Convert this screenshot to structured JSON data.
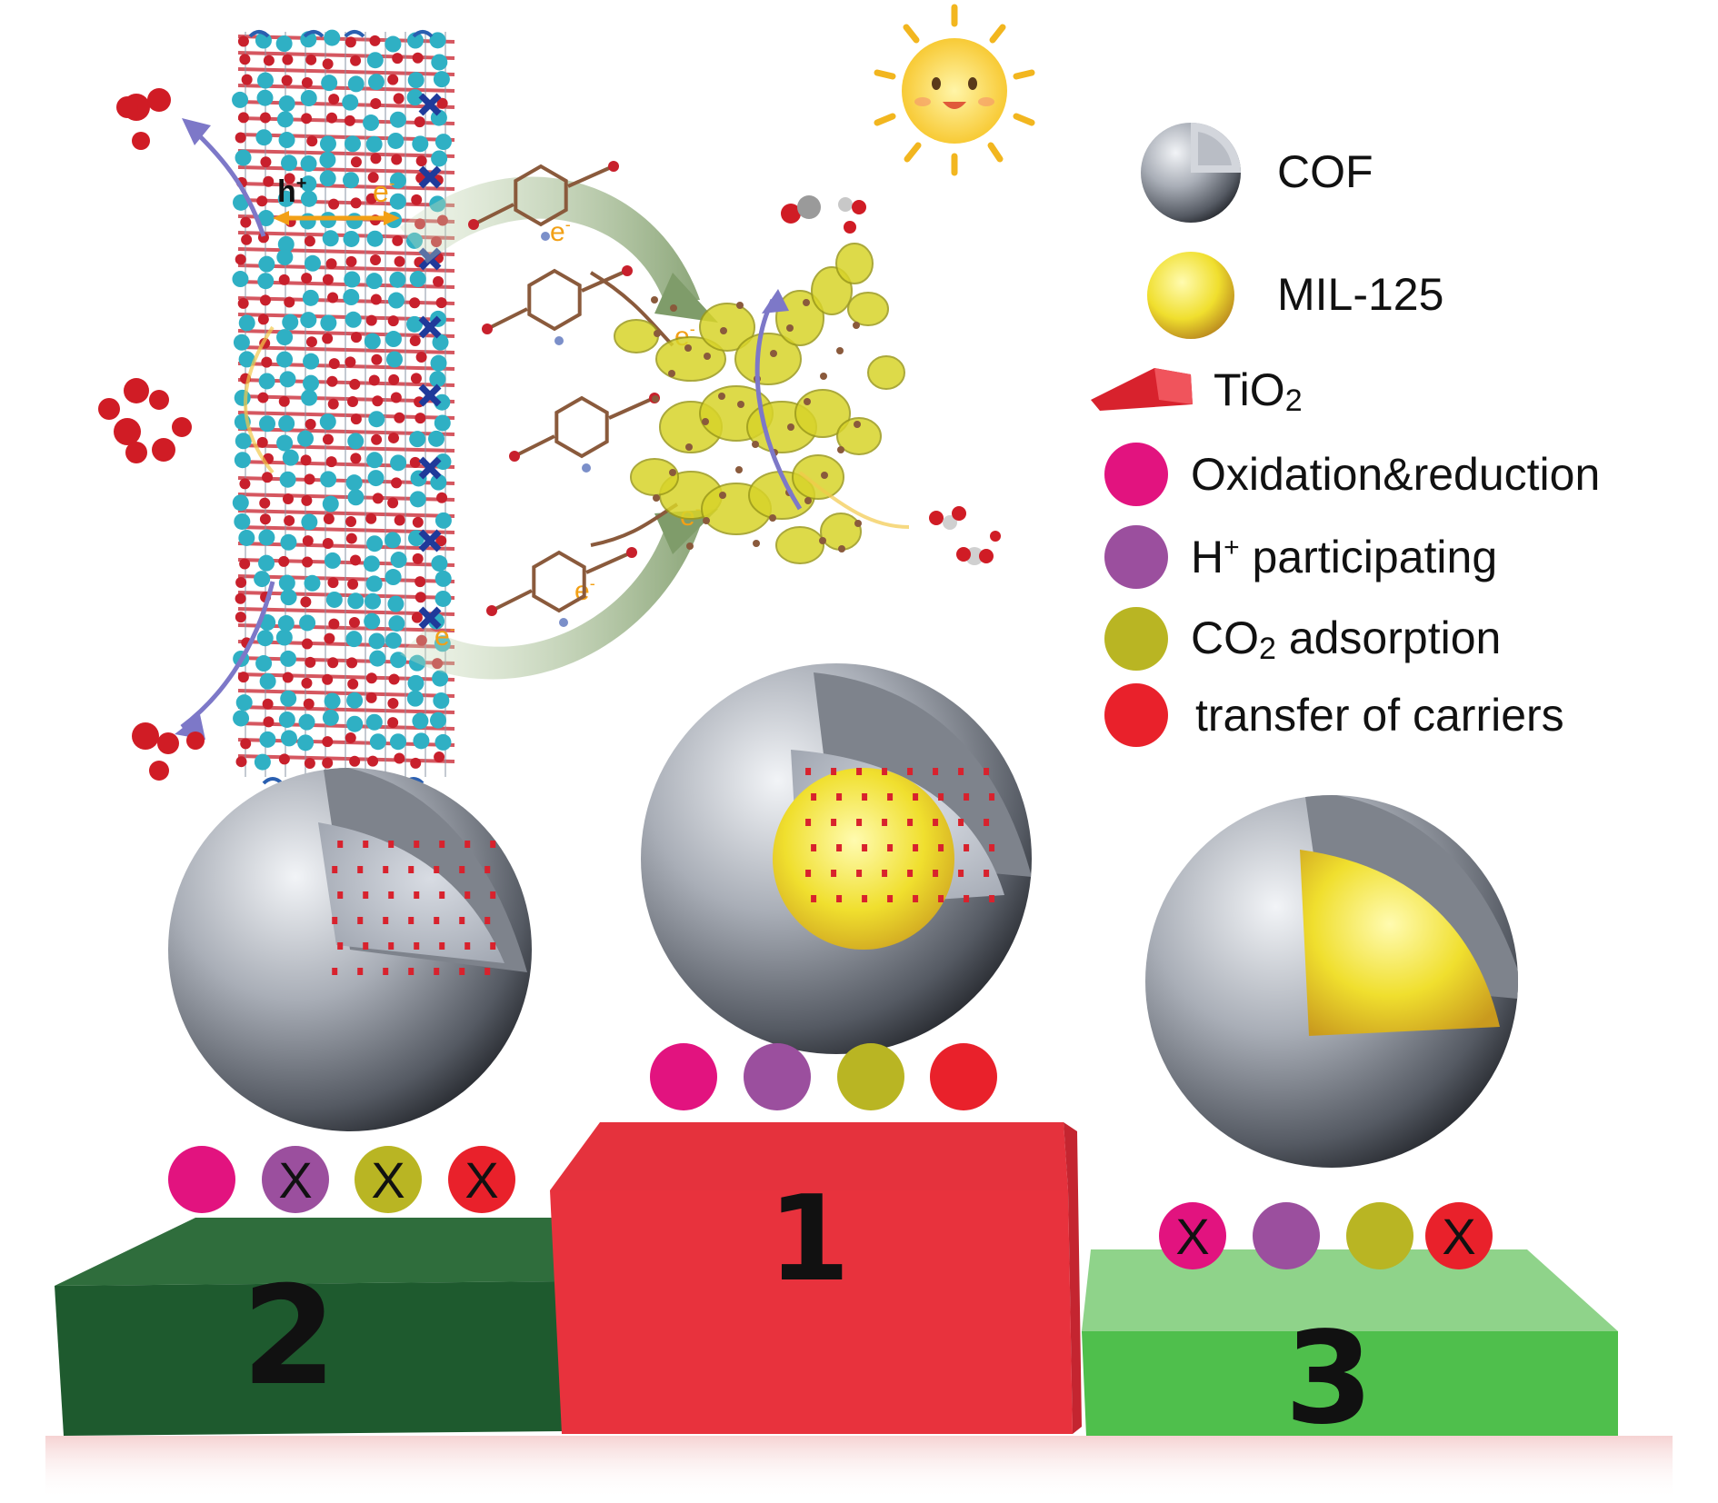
{
  "legend": {
    "items": [
      {
        "key": "cof",
        "label": "COF"
      },
      {
        "key": "mil125",
        "label": "MIL-125"
      },
      {
        "key": "tio2",
        "label_main": "TiO",
        "label_sub": "2"
      },
      {
        "key": "oxred",
        "label": "Oxidation&reduction",
        "color": "#e2137f"
      },
      {
        "key": "hplus",
        "label_main": "H",
        "label_sup": "+",
        "label_rest": " participating",
        "color": "#9b4f9e"
      },
      {
        "key": "co2",
        "label_main": "CO",
        "label_sub": "2",
        "label_rest": " adsorption",
        "color": "#b9b523"
      },
      {
        "key": "carriers",
        "label": "transfer of carriers",
        "color": "#e9212b"
      }
    ]
  },
  "podium": {
    "first": {
      "rank": "1",
      "color": "#e8323d"
    },
    "second": {
      "rank": "2",
      "color": "#1e5a2e"
    },
    "third": {
      "rank": "3",
      "color": "#4fbf4c"
    }
  },
  "indicators": {
    "second": [
      "ok",
      "x",
      "x",
      "x"
    ],
    "first": [
      "ok",
      "ok",
      "ok",
      "ok"
    ],
    "third": [
      "x",
      "ok",
      "ok",
      "x"
    ],
    "x_glyph": "X"
  },
  "labels": {
    "hole": "h",
    "hole_sup": "+",
    "electron": "e",
    "electron_sup": "-"
  },
  "colors": {
    "cof_shell": "#9aa0aa",
    "mil_core": "#f2e24a",
    "tio2": "#e8323d",
    "framework_red": "#c8202c",
    "framework_cyan": "#2fb0c4",
    "density_yellow": "#d8d42a"
  }
}
